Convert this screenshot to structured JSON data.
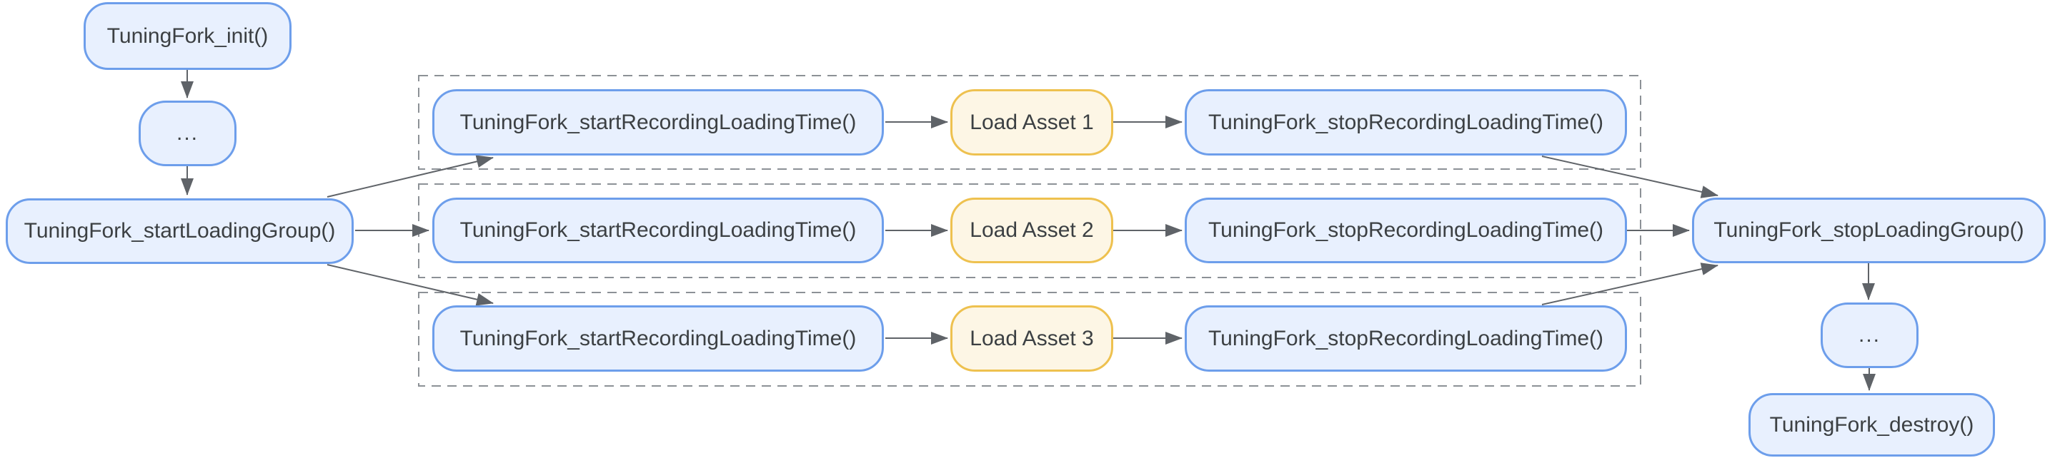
{
  "diagram": {
    "init": "TuningFork_init()",
    "ellipsis_top": "...",
    "start_loading_group": "TuningFork_startLoadingGroup()",
    "rows": [
      {
        "start": "TuningFork_startRecordingLoadingTime()",
        "load": "Load Asset 1",
        "stop": "TuningFork_stopRecordingLoadingTime()"
      },
      {
        "start": "TuningFork_startRecordingLoadingTime()",
        "load": "Load Asset 2",
        "stop": "TuningFork_stopRecordingLoadingTime()"
      },
      {
        "start": "TuningFork_startRecordingLoadingTime()",
        "load": "Load Asset 3",
        "stop": "TuningFork_stopRecordingLoadingTime()"
      }
    ],
    "stop_loading_group": "TuningFork_stopLoadingGroup()",
    "ellipsis_bottom": "...",
    "destroy": "TuningFork_destroy()"
  },
  "colors": {
    "blue_fill": "#e8f0fe",
    "blue_border": "#6d9eeb",
    "yellow_fill": "#fdf6e5",
    "yellow_border": "#eec14f",
    "arrow": "#5f6368",
    "dashed_border": "#8c9196",
    "text": "#3c4043"
  }
}
